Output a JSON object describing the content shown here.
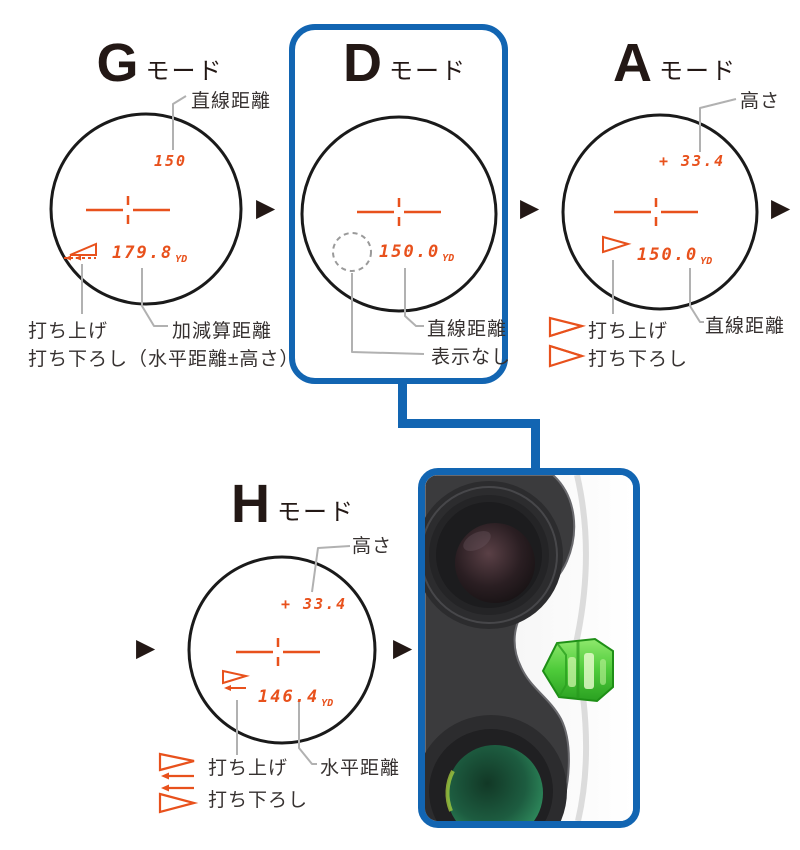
{
  "palette": {
    "highlight_blue": "#1265b2",
    "led_orange": "#e8511c",
    "leader_gray": "#b1b1b1",
    "ink": "#231815",
    "button_green": "#3fbe32"
  },
  "glyphs": {
    "flow_arrow": "▶"
  },
  "modes": {
    "g": {
      "letter": "G",
      "suffix": "モード",
      "top_value": "150",
      "main_value": "179.8",
      "unit": "YD",
      "callout_top": "直線距離",
      "callout_up": "打ち上げ",
      "callout_down": "打ち下ろし",
      "callout_value_line1": "加減算距離",
      "callout_value_line2": "（水平距離±高さ）"
    },
    "d": {
      "letter": "D",
      "suffix": "モード",
      "main_value": "150.0",
      "unit": "YD",
      "callout_value": "直線距離",
      "callout_blank": "表示なし"
    },
    "a": {
      "letter": "A",
      "suffix": "モード",
      "height_label": "高さ",
      "height_value": "+ 33.4",
      "main_value": "150.0",
      "unit": "YD",
      "callout_value": "直線距離",
      "callout_up": "打ち上げ",
      "callout_down": "打ち下ろし"
    },
    "h": {
      "letter": "H",
      "suffix": "モード",
      "height_label": "高さ",
      "height_value": "+ 33.4",
      "main_value": "146.4",
      "unit": "YD",
      "callout_value": "水平距離",
      "callout_up": "打ち上げ",
      "callout_down": "打ち下ろし"
    }
  }
}
